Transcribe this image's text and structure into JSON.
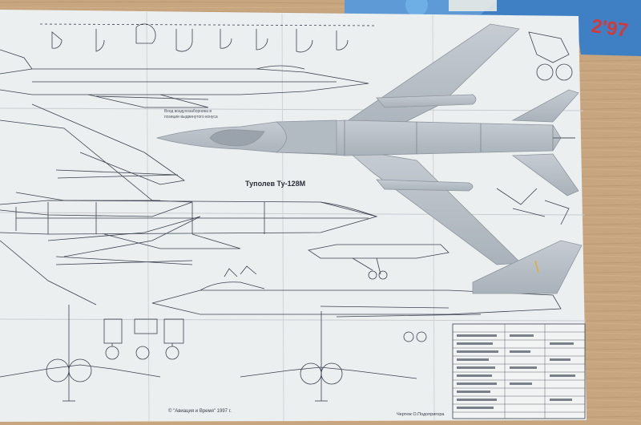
{
  "poster": {
    "title": "Туполев Ту-128М",
    "caption_line1": "Вход воздухозаборника в",
    "caption_line2": "позиции выдвинутого конуса",
    "copyright": "© \"Авиация и Время\" 1997 г.",
    "draftsman": "Чертеж О.Подопригора"
  },
  "magazine": {
    "cover_text": "2'97"
  },
  "colors": {
    "table": "#b7a98f",
    "poster_paper": "#eef0f0",
    "model_grey": "#b4bcc4",
    "ink": "#3a4250",
    "magazine_red": "#d23a3a"
  }
}
